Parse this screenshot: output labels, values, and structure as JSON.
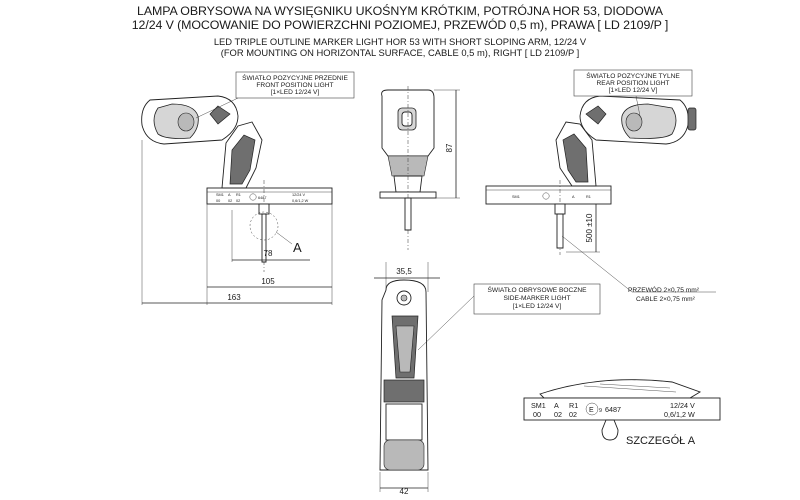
{
  "title": {
    "pl_line1": "LAMPA OBRYSOWA NA WYSIĘGNIKU UKOŚNYM KRÓTKIM, POTRÓJNA HOR 53, DIODOWA",
    "pl_line2": "12/24 V (MOCOWANIE DO POWIERZCHNI POZIOMEJ, PRZEWÓD 0,5 m), PRAWA [ LD 2109/P ]",
    "en_line1": "LED TRIPLE OUTLINE MARKER LIGHT HOR 53 WITH SHORT SLOPING ARM, 12/24 V",
    "en_line2": "(FOR MOUNTING ON HORIZONTAL SURFACE, CABLE 0,5 m), RIGHT [ LD 2109/P ]"
  },
  "labels": {
    "front": {
      "pl": "ŚWIATŁO POZYCYJNE PRZEDNIE",
      "en": "FRONT POSITION LIGHT",
      "spec": "[1×LED 12/24 V]"
    },
    "rear": {
      "pl": "ŚWIATŁO POZYCYJNE TYLNE",
      "en": "REAR POSITION LIGHT",
      "spec": "[1×LED 12/24 V]"
    },
    "side": {
      "pl": "ŚWIATŁO OBRYSOWE BOCZNE",
      "en": "SIDE-MARKER LIGHT",
      "spec": "[1×LED 12/24 V]"
    },
    "cable": {
      "pl": "PRZEWÓD 2×0,75 mm²",
      "en": "CABLE 2×0,75 mm²"
    },
    "detail_letter": "A",
    "detail_caption": "SZCZEGÓŁ A"
  },
  "dimensions": {
    "d78": "78",
    "d105": "105",
    "d163": "163",
    "d87": "87",
    "d35_5": "35,5",
    "d500": "500 ±10",
    "d42": "42"
  },
  "detail_marking": {
    "row1": [
      "SM1",
      "A",
      "R1"
    ],
    "row2": [
      "00",
      "02",
      "02"
    ],
    "approval_mark": "E",
    "approval_digit": "9",
    "approval_number": "6487",
    "voltage": "12/24 V",
    "power": "0,6/1,2 W"
  },
  "plate_marking": {
    "left_row1": [
      "SM1",
      "A",
      "R1"
    ],
    "left_row2": [
      "00",
      "02",
      "02"
    ],
    "left_num": "6487",
    "left_v": "12/24 V",
    "left_w": "0,6/1,2 W",
    "right_a": "SM1",
    "right_b": "A",
    "right_c": "R1"
  }
}
